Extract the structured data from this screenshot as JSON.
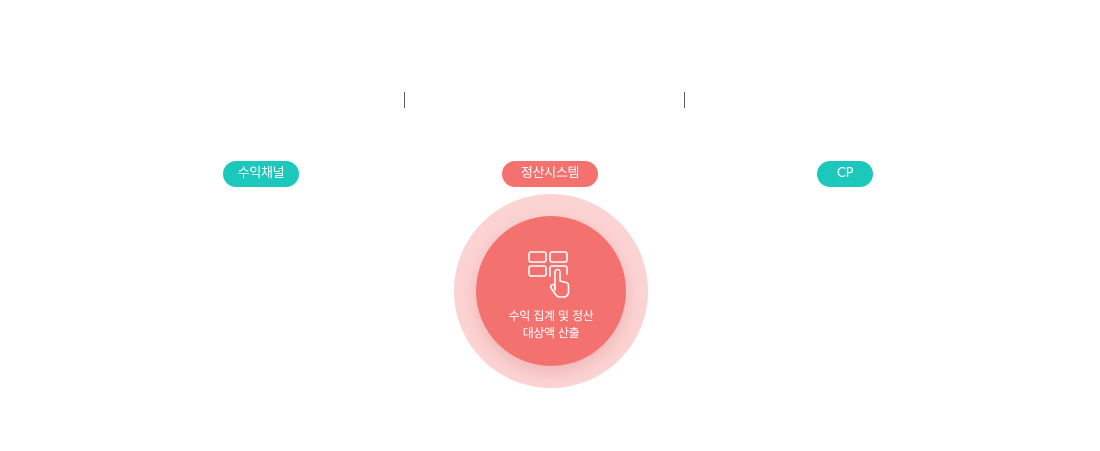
{
  "labels": {
    "left": "수익채널",
    "center": "정산시스템",
    "right": "CP"
  },
  "center_node": {
    "line1": "수익 집계 및 정산",
    "line2": "대상액 산출",
    "icon": "touch-grid-icon"
  },
  "colors": {
    "teal": "#1cc7bb",
    "coral": "#f3726f",
    "coral_light": "#fcd3d3",
    "divider": "#555a60"
  }
}
